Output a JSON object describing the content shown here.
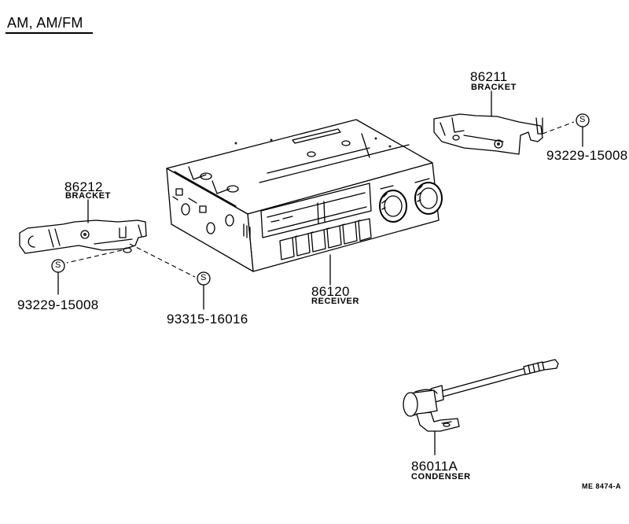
{
  "title": "AM, AM/FM",
  "parts": {
    "receiver": {
      "number": "86120",
      "name": "RECEIVER"
    },
    "bracket_right": {
      "number": "86211",
      "name": "BRACKET"
    },
    "bracket_left": {
      "number": "86212",
      "name": "BRACKET"
    },
    "condenser": {
      "number": "86011A",
      "name": "CONDENSER"
    },
    "screw_right": {
      "number": "93229-15008",
      "symbol": "S"
    },
    "screw_left": {
      "number": "93229-15008",
      "symbol": "S"
    },
    "screw_lower": {
      "number": "93315-16016",
      "symbol": "S"
    }
  },
  "diagram_ref": "ME  8474-A"
}
